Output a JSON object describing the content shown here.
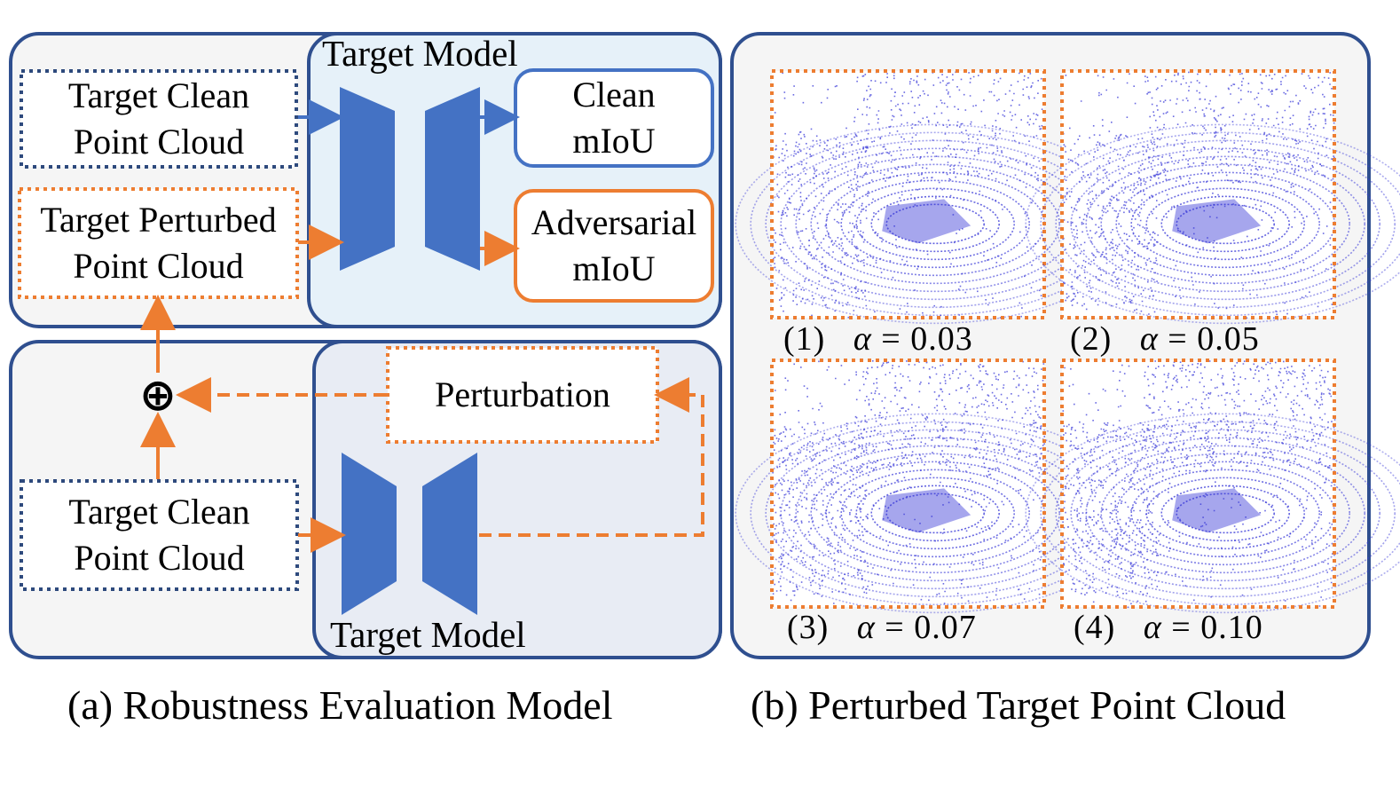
{
  "panel_a": {
    "top": {
      "model_label": "Target Model",
      "clean_input": [
        "Target Clean",
        "Point Cloud"
      ],
      "perturbed_input": [
        "Target Perturbed",
        "Point Cloud"
      ],
      "clean_output": [
        "Clean",
        "mIoU"
      ],
      "adv_output": [
        "Adversarial",
        "mIoU"
      ]
    },
    "bottom": {
      "model_label": "Target Model",
      "clean_input": [
        "Target Clean",
        "Point Cloud"
      ],
      "perturbation": "Perturbation",
      "add_symbol": "⊕"
    },
    "caption": "(a) Robustness Evaluation Model"
  },
  "panel_b": {
    "images": [
      {
        "index": "(1)",
        "alpha_symbol": "α",
        "eq": "=",
        "value": "0.03"
      },
      {
        "index": "(2)",
        "alpha_symbol": "α",
        "eq": "=",
        "value": "0.05"
      },
      {
        "index": "(3)",
        "alpha_symbol": "α",
        "eq": "=",
        "value": "0.07"
      },
      {
        "index": "(4)",
        "alpha_symbol": "α",
        "eq": "=",
        "value": "0.10"
      }
    ],
    "caption": "(b) Perturbed Target Point Cloud"
  },
  "colors": {
    "frame": "#2f4f8f",
    "blue_dotted": "#2e4a7d",
    "blue_arrow": "#4472c4",
    "orange": "#ed7d31",
    "encoder": "#4472c4",
    "model_bg_top": "#e6f1f9",
    "model_bg_bottom": "#e8ecf4",
    "panel_bg": "#f5f5f5",
    "points": "#3a3ad8"
  }
}
